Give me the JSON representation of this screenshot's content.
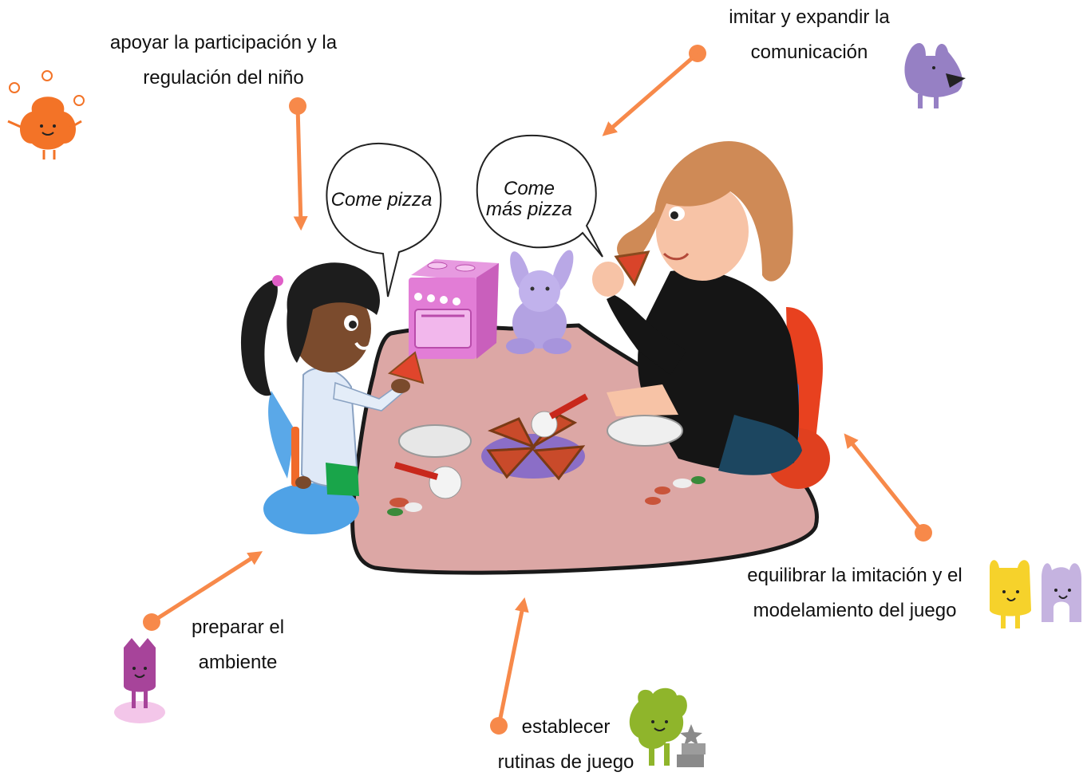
{
  "labels": {
    "participation": [
      "apoyar la participación y la",
      "regulación del niño"
    ],
    "communication": [
      "imitar y expandir la",
      "comunicación"
    ],
    "environment": [
      "preparar el",
      "ambiente"
    ],
    "balance": [
      "equilibrar la imitación y el",
      "modelamiento del juego"
    ],
    "routines": [
      "establecer",
      "rutinas de juego"
    ]
  },
  "speech": {
    "child": "Come pizza",
    "adult_line1": "Come",
    "adult_line2": "más pizza"
  },
  "colors": {
    "arrow": "#f7894a",
    "table": "#dca7a5",
    "orange_monster": "#f37327",
    "purple_monster": "#9680c4",
    "magenta_monster": "#a7449a",
    "yellow_monster": "#f6d22b",
    "lavender_monster": "#c5b3e0",
    "green_monster": "#8fb52b"
  },
  "icons": [
    "orange-monster-icon",
    "purple-monster-icon",
    "magenta-monster-icon",
    "yellow-monster-icon",
    "lavender-monster-icon",
    "green-monster-icon"
  ]
}
